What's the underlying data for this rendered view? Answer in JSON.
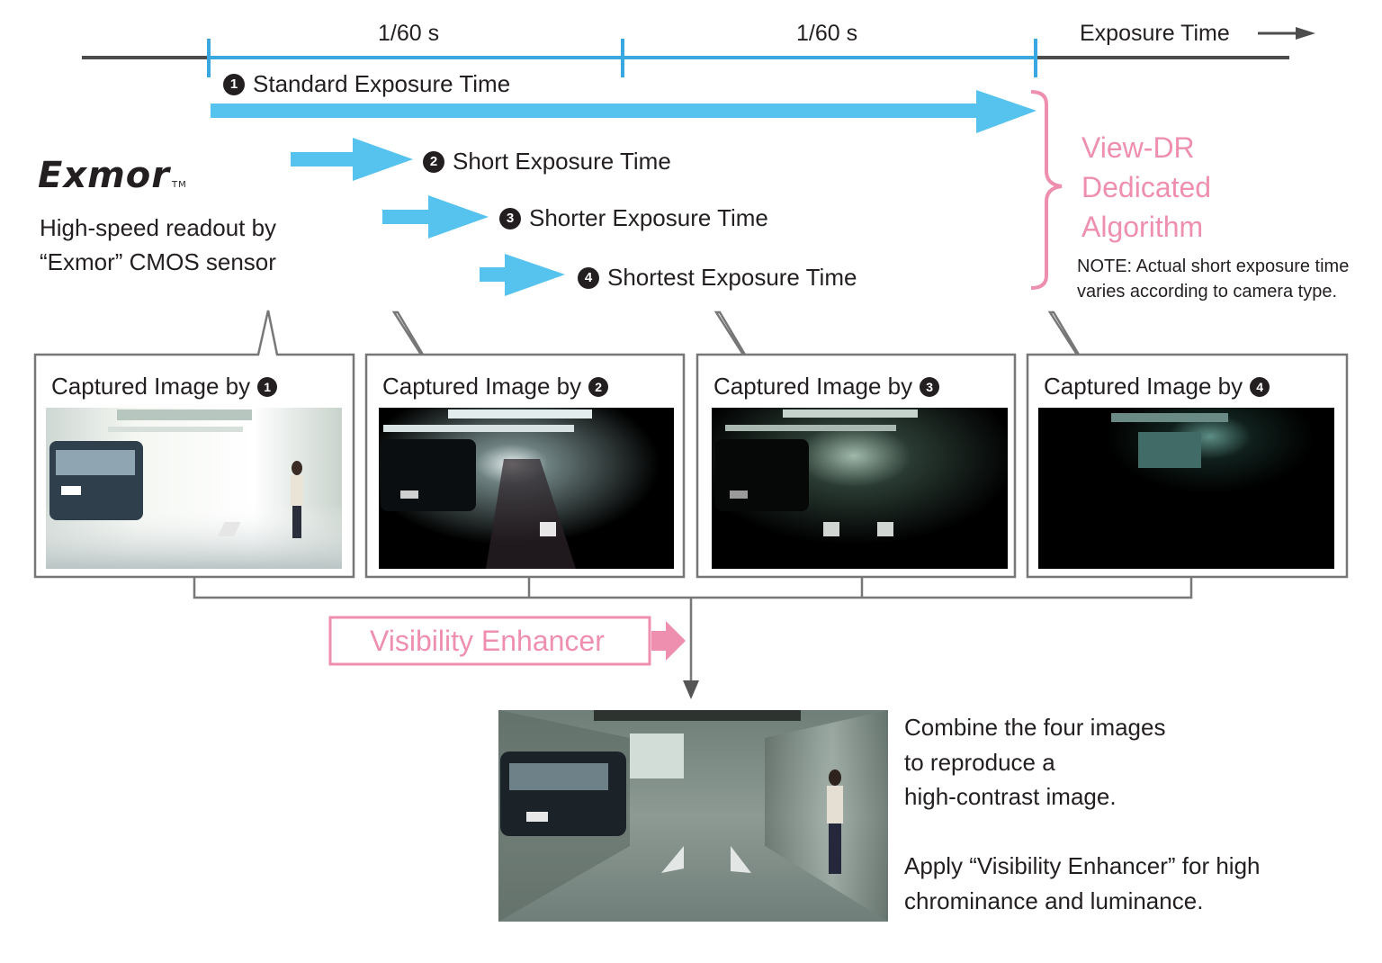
{
  "timeline": {
    "ticks": [
      "1/60 s",
      "1/60 s"
    ],
    "axis_label": "Exposure Time"
  },
  "exposures": [
    {
      "num": "1",
      "label": "Standard Exposure Time"
    },
    {
      "num": "2",
      "label": "Short Exposure Time"
    },
    {
      "num": "3",
      "label": "Shorter Exposure Time"
    },
    {
      "num": "4",
      "label": "Shortest Exposure Time"
    }
  ],
  "sensor": {
    "logo": "Exmor",
    "tm": "TM",
    "desc_line1": "High-speed readout by",
    "desc_line2": "“Exmor” CMOS sensor"
  },
  "algorithm": {
    "line1": "View-DR",
    "line2": "Dedicated",
    "line3": "Algorithm",
    "note": "NOTE: Actual short exposure time varies according to camera type."
  },
  "panels": [
    {
      "label": "Captured Image by",
      "num": "1"
    },
    {
      "label": "Captured Image by",
      "num": "2"
    },
    {
      "label": "Captured Image by",
      "num": "3"
    },
    {
      "label": "Captured Image by",
      "num": "4"
    }
  ],
  "enhancer": {
    "label": "Visibility Enhancer"
  },
  "result": {
    "line1": "Combine the four images",
    "line2": "to reproduce a",
    "line3": "high-contrast image.",
    "line4": "Apply “Visibility Enhancer” for high",
    "line5": "chrominance and luminance."
  },
  "colors": {
    "timeline_blue": "#3aa8e0",
    "arrow_blue": "#56c3ef",
    "pink": "#ef8fb0",
    "dark": "#4d4d4d"
  }
}
